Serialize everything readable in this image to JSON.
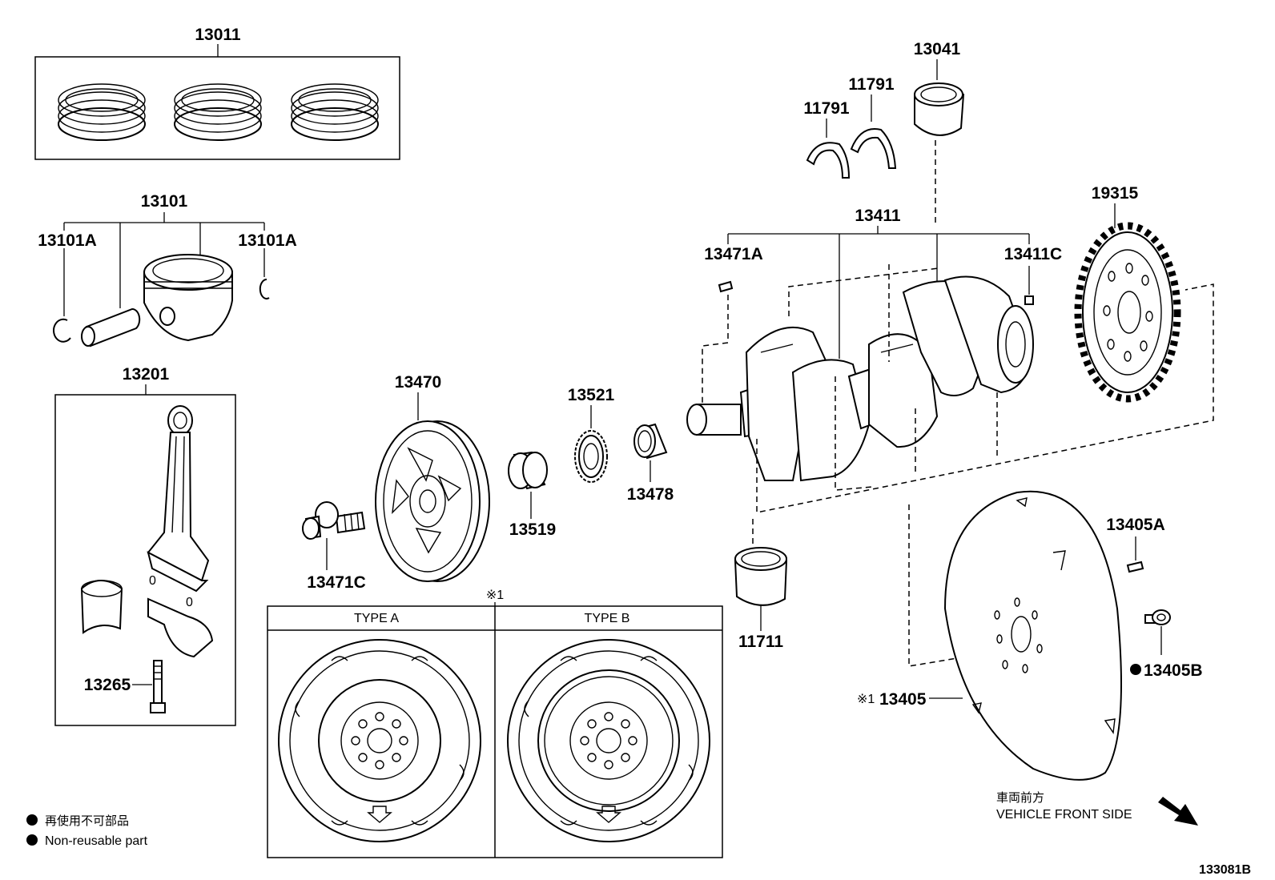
{
  "labels": {
    "piston_ring_set": "13011",
    "piston_sub_assy": "13101",
    "piston_pin_hole_snap_ring_left": "13101A",
    "piston_pin_hole_snap_ring_right": "13101A",
    "connecting_rod": "13201",
    "connecting_rod_bolt": "13265",
    "crankshaft_pulley": "13470",
    "crankshaft_pulley_bolt": "13471C",
    "crankshaft_gear_key": "13471A",
    "crankshaft_spacer": "13519",
    "crankshaft_timing_gear": "13521",
    "crankshaft_collar": "13478",
    "crankshaft": "13411",
    "crankshaft_straight_pin": "13411C",
    "crankshaft_bearing_a": "11791",
    "crankshaft_bearing_b": "11791",
    "crankshaft_bearing_upper": "13041",
    "crankshaft_bearing_lower": "11711",
    "signal_rotor": "19315",
    "drive_plate": "13405",
    "drive_plate_pin": "13405A",
    "drive_plate_bolt": "13405B"
  },
  "type_panel": {
    "marker": "※1",
    "type_a": "TYPE A",
    "type_b": "TYPE B"
  },
  "drive_plate_marker": "※1",
  "legend": {
    "jp": "再使用不可部品",
    "en": "Non-reusable part"
  },
  "direction": {
    "jp": "車両前方",
    "en": "VEHICLE FRONT SIDE"
  },
  "figure_id": "133081B"
}
